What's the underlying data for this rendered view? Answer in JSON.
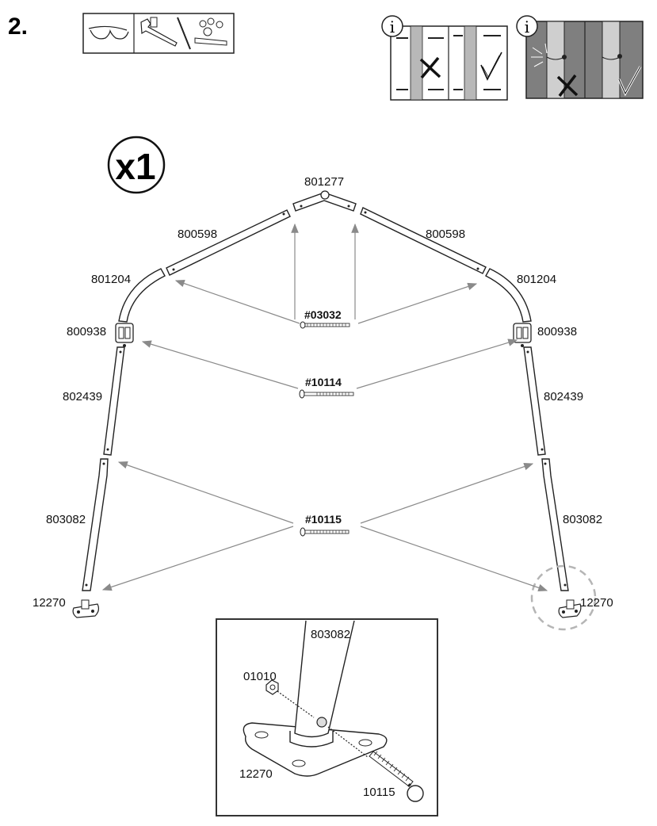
{
  "step": {
    "number": "2."
  },
  "quantity": {
    "label": "x1"
  },
  "info": {
    "glyph_1": "i",
    "glyph_2": "i"
  },
  "parts": {
    "peak": "801277",
    "upper_left": "800598",
    "upper_right": "800598",
    "elbow_left": "801204",
    "elbow_right": "801204",
    "connector_left": "800938",
    "connector_right": "800938",
    "mid_left": "802439",
    "mid_right": "802439",
    "lower_left": "803082",
    "lower_right": "803082",
    "foot_left": "12270",
    "foot_right": "12270"
  },
  "bolts": {
    "top": "#03032",
    "middle": "#10114",
    "bottom": "#10115"
  },
  "detail": {
    "tube": "803082",
    "nut": "01010",
    "plate": "12270",
    "bolt": "10115"
  },
  "colors": {
    "line": "#222222",
    "arrow": "#8a8a8a",
    "panel_gray": "#b0b0b0",
    "dashed": "#b5b5b5"
  }
}
